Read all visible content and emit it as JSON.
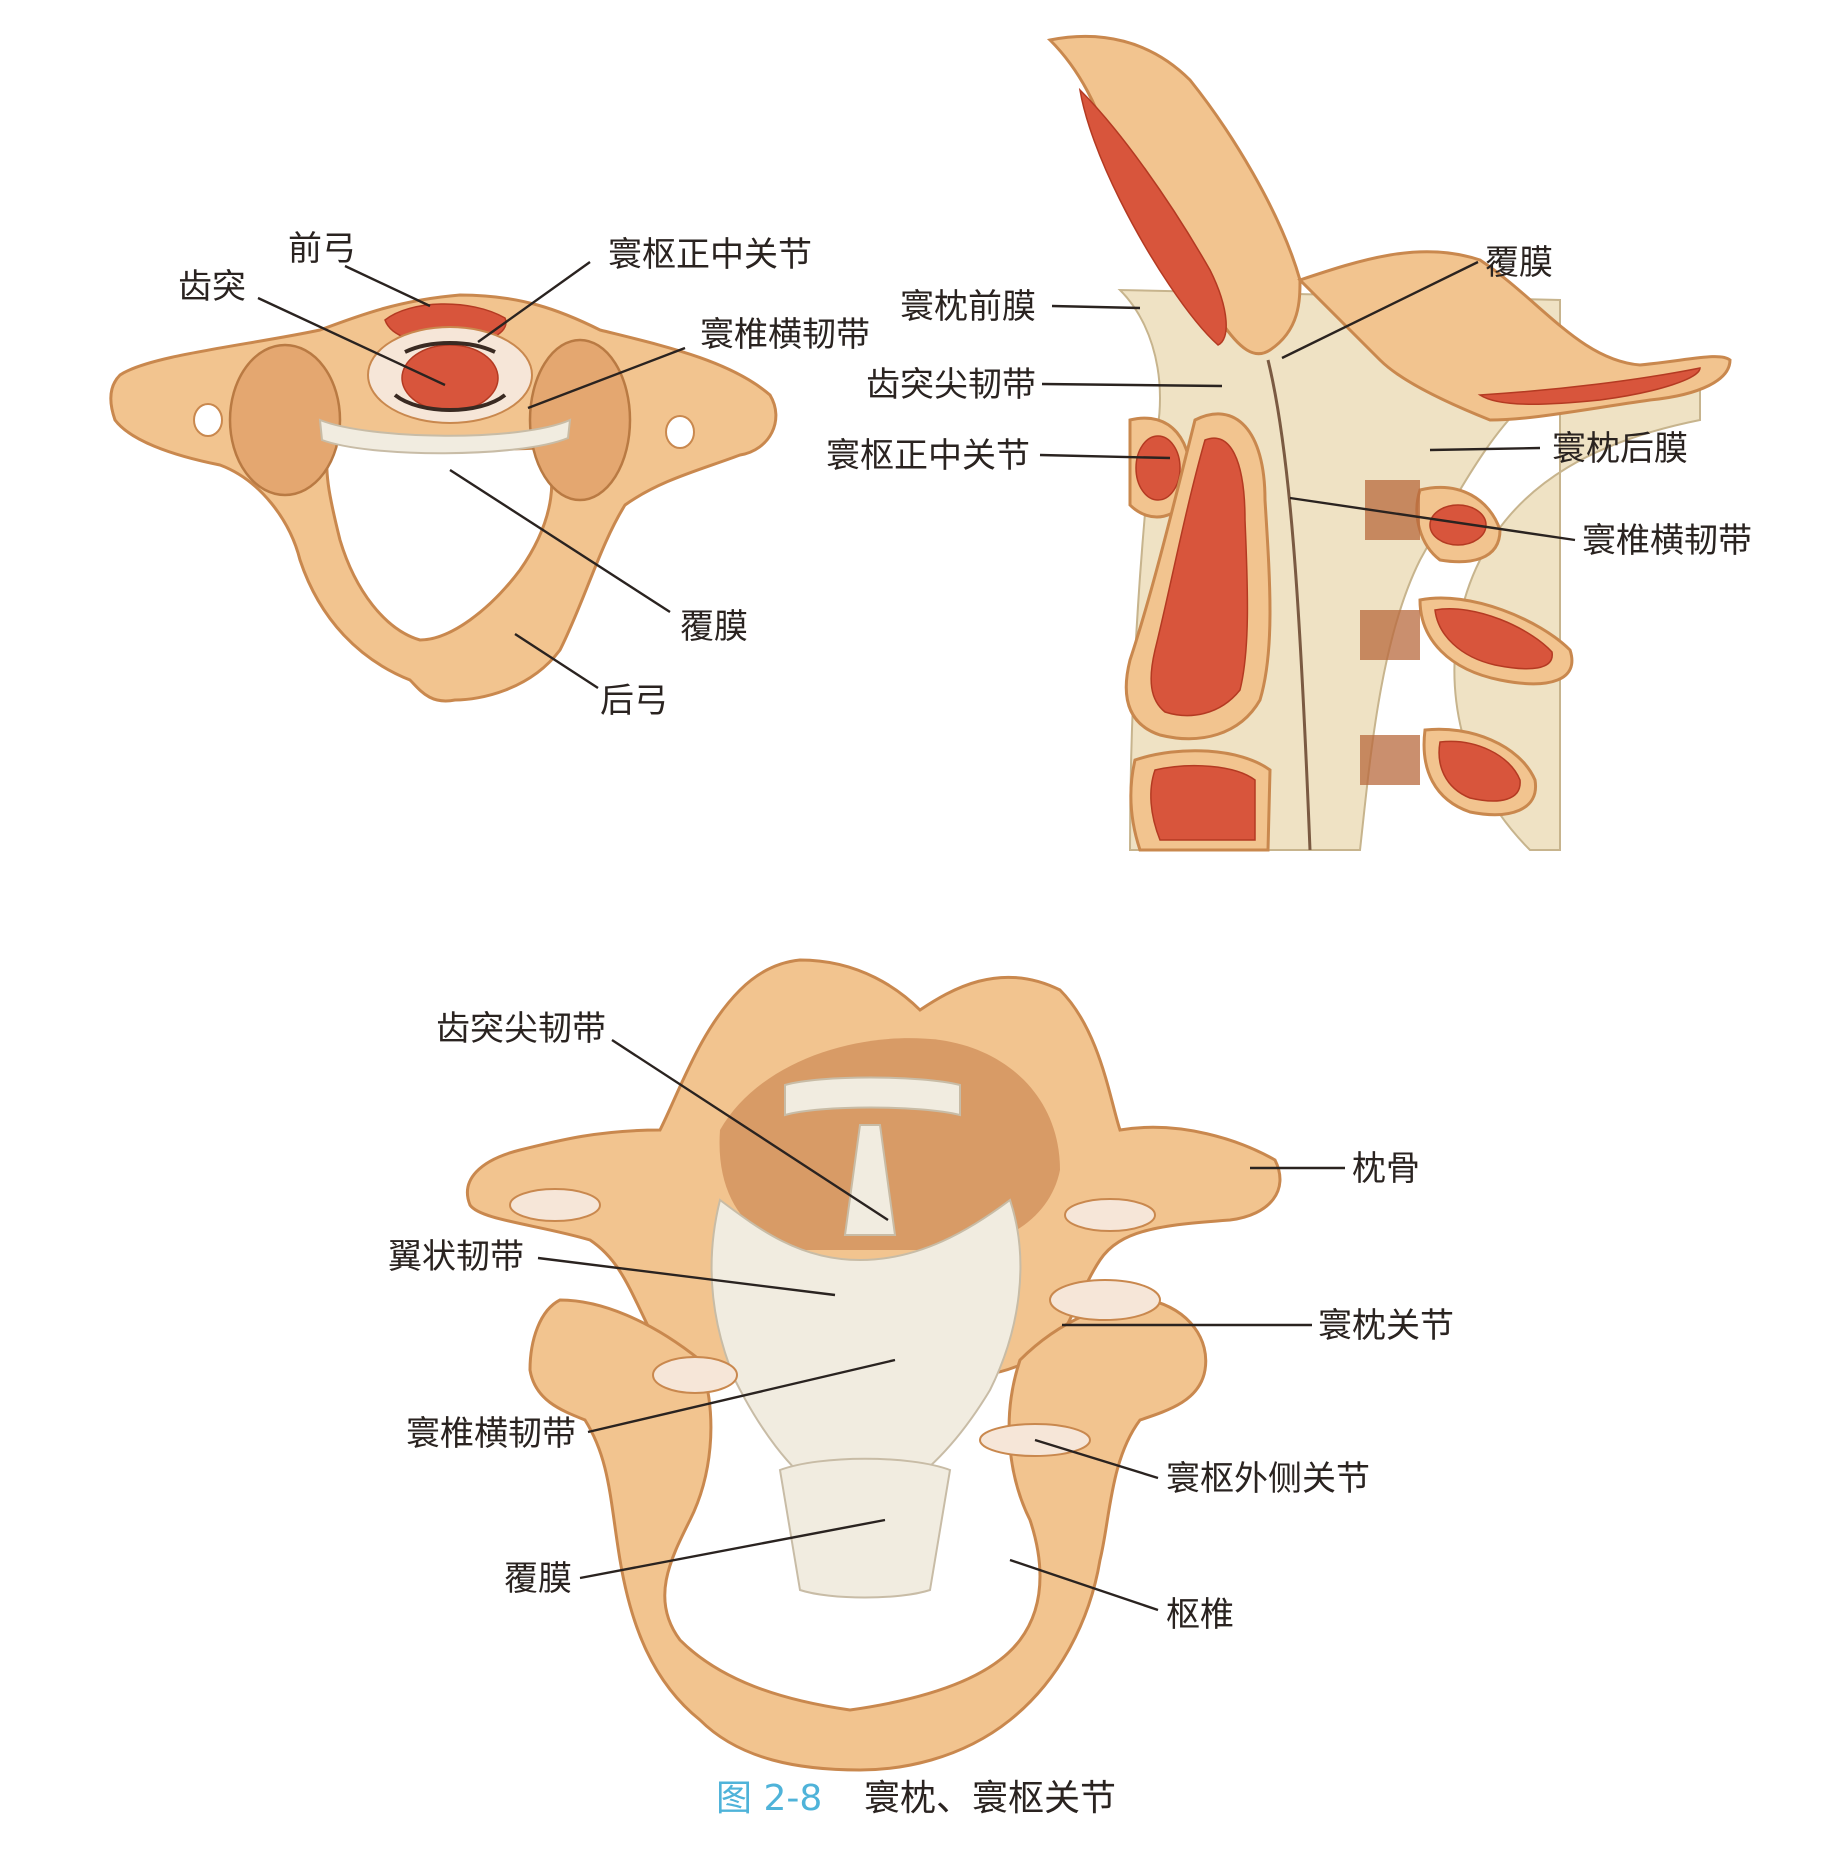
{
  "figure": {
    "caption_number": "图 2-8",
    "caption_text": "寰枕、寰枢关节"
  },
  "panel_top_left": {
    "labels": {
      "anterior_arch": "前弓",
      "dens": "齿突",
      "median_atlantoaxial_joint": "寰枢正中关节",
      "transverse_ligament": "寰椎横韧带",
      "tectorial_membrane": "覆膜",
      "posterior_arch": "后弓"
    }
  },
  "panel_top_right": {
    "labels": {
      "tectorial_membrane": "覆膜",
      "anterior_atlanto_occipital_membrane": "寰枕前膜",
      "apical_ligament": "齿突尖韧带",
      "median_atlantoaxial_joint": "寰枢正中关节",
      "posterior_atlanto_occipital_membrane": "寰枕后膜",
      "transverse_ligament": "寰椎横韧带"
    }
  },
  "panel_bottom": {
    "labels": {
      "apical_ligament": "齿突尖韧带",
      "occipital_bone": "枕骨",
      "alar_ligament": "翼状韧带",
      "atlanto_occipital_joint": "寰枕关节",
      "transverse_ligament": "寰椎横韧带",
      "lateral_atlantoaxial_joint": "寰枢外侧关节",
      "tectorial_membrane": "覆膜",
      "axis": "枢椎"
    }
  },
  "colors": {
    "bone": "#f2c48f",
    "marrow": "#d8553c",
    "ligament": "#f1ece0",
    "caption_accent": "#4fb3d9"
  }
}
